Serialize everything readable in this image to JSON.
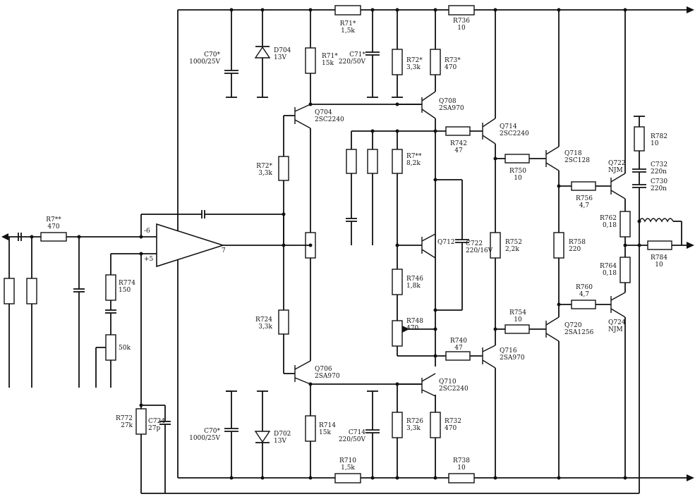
{
  "components": [
    {
      "id": "c70_top",
      "lines": [
        "C70*",
        "1000/25V"
      ]
    },
    {
      "id": "d704",
      "lines": [
        "D704",
        "13V"
      ]
    },
    {
      "id": "r71a",
      "lines": [
        "R71*",
        "1,5k"
      ]
    },
    {
      "id": "r71b",
      "lines": [
        "R71*",
        "15k"
      ]
    },
    {
      "id": "c71",
      "lines": [
        "C71*",
        "220/50V"
      ]
    },
    {
      "id": "r72_top",
      "lines": [
        "R72*",
        "3,3k"
      ]
    },
    {
      "id": "r73",
      "lines": [
        "R73*",
        "470"
      ]
    },
    {
      "id": "r736",
      "lines": [
        "R736",
        "10"
      ]
    },
    {
      "id": "q708",
      "lines": [
        "Q708",
        "2SA970"
      ]
    },
    {
      "id": "q704",
      "lines": [
        "Q704",
        "2SC2240"
      ]
    },
    {
      "id": "q714",
      "lines": [
        "Q714",
        "2SC2240"
      ]
    },
    {
      "id": "r742",
      "lines": [
        "R742",
        "47"
      ]
    },
    {
      "id": "r72_left",
      "lines": [
        "R72*",
        "3,3k"
      ]
    },
    {
      "id": "r7_mid",
      "lines": [
        "R7**",
        "8,2k"
      ]
    },
    {
      "id": "q718",
      "lines": [
        "Q718",
        "2SC128"
      ]
    },
    {
      "id": "r750",
      "lines": [
        "R750",
        "10"
      ]
    },
    {
      "id": "q722_out",
      "lines": [
        "Q722",
        "NJM"
      ]
    },
    {
      "id": "r782",
      "lines": [
        "R782",
        "10"
      ]
    },
    {
      "id": "c732",
      "lines": [
        "C732",
        "220n"
      ]
    },
    {
      "id": "c730",
      "lines": [
        "C730",
        "220n"
      ]
    },
    {
      "id": "r756",
      "lines": [
        "R756",
        "4,7"
      ]
    },
    {
      "id": "r762",
      "lines": [
        "R762",
        "0,18"
      ]
    },
    {
      "id": "r784",
      "lines": [
        "R784",
        "10"
      ]
    },
    {
      "id": "r764",
      "lines": [
        "R764",
        "0,18"
      ]
    },
    {
      "id": "r760",
      "lines": [
        "R760",
        "4,7"
      ]
    },
    {
      "id": "q724",
      "lines": [
        "Q724",
        "NJM"
      ]
    },
    {
      "id": "r758",
      "lines": [
        "R758",
        "220"
      ]
    },
    {
      "id": "r752",
      "lines": [
        "R752",
        "2,2k"
      ]
    },
    {
      "id": "q712",
      "lines": [
        "Q712"
      ]
    },
    {
      "id": "c722",
      "lines": [
        "C722",
        "220/16V"
      ]
    },
    {
      "id": "r746",
      "lines": [
        "R746",
        "1,8k"
      ]
    },
    {
      "id": "r748",
      "lines": [
        "R748",
        "470"
      ]
    },
    {
      "id": "r740",
      "lines": [
        "R740",
        "47"
      ]
    },
    {
      "id": "r754",
      "lines": [
        "R754",
        "10"
      ]
    },
    {
      "id": "q720",
      "lines": [
        "Q720",
        "2SA1256"
      ]
    },
    {
      "id": "q716",
      "lines": [
        "Q716",
        "2SA970"
      ]
    },
    {
      "id": "r7_in",
      "lines": [
        "R7**",
        "470"
      ]
    },
    {
      "id": "r774",
      "lines": [
        "R774",
        "150"
      ]
    },
    {
      "id": "pot50k",
      "lines": [
        "50k"
      ]
    },
    {
      "id": "r724",
      "lines": [
        "R724",
        "3,3k"
      ]
    },
    {
      "id": "q706",
      "lines": [
        "Q706",
        "2SA970"
      ]
    },
    {
      "id": "q710",
      "lines": [
        "Q710",
        "2SC2240"
      ]
    },
    {
      "id": "r772",
      "lines": [
        "R772",
        "27k"
      ]
    },
    {
      "id": "c724",
      "lines": [
        "C724",
        "27p"
      ]
    },
    {
      "id": "c70_bot",
      "lines": [
        "C70*",
        "1000/25V"
      ]
    },
    {
      "id": "d702",
      "lines": [
        "D702",
        "13V"
      ]
    },
    {
      "id": "r714",
      "lines": [
        "R714",
        "15k"
      ]
    },
    {
      "id": "c714",
      "lines": [
        "C714",
        "220/50V"
      ]
    },
    {
      "id": "r726",
      "lines": [
        "R726",
        "3,3k"
      ]
    },
    {
      "id": "r732",
      "lines": [
        "R732",
        "470"
      ]
    },
    {
      "id": "r710",
      "lines": [
        "R710",
        "1,5k"
      ]
    },
    {
      "id": "r738",
      "lines": [
        "R738",
        "10"
      ]
    }
  ],
  "opamp": {
    "inv_pin": "-6",
    "noninv_pin": "+5",
    "out_pin": "7"
  }
}
